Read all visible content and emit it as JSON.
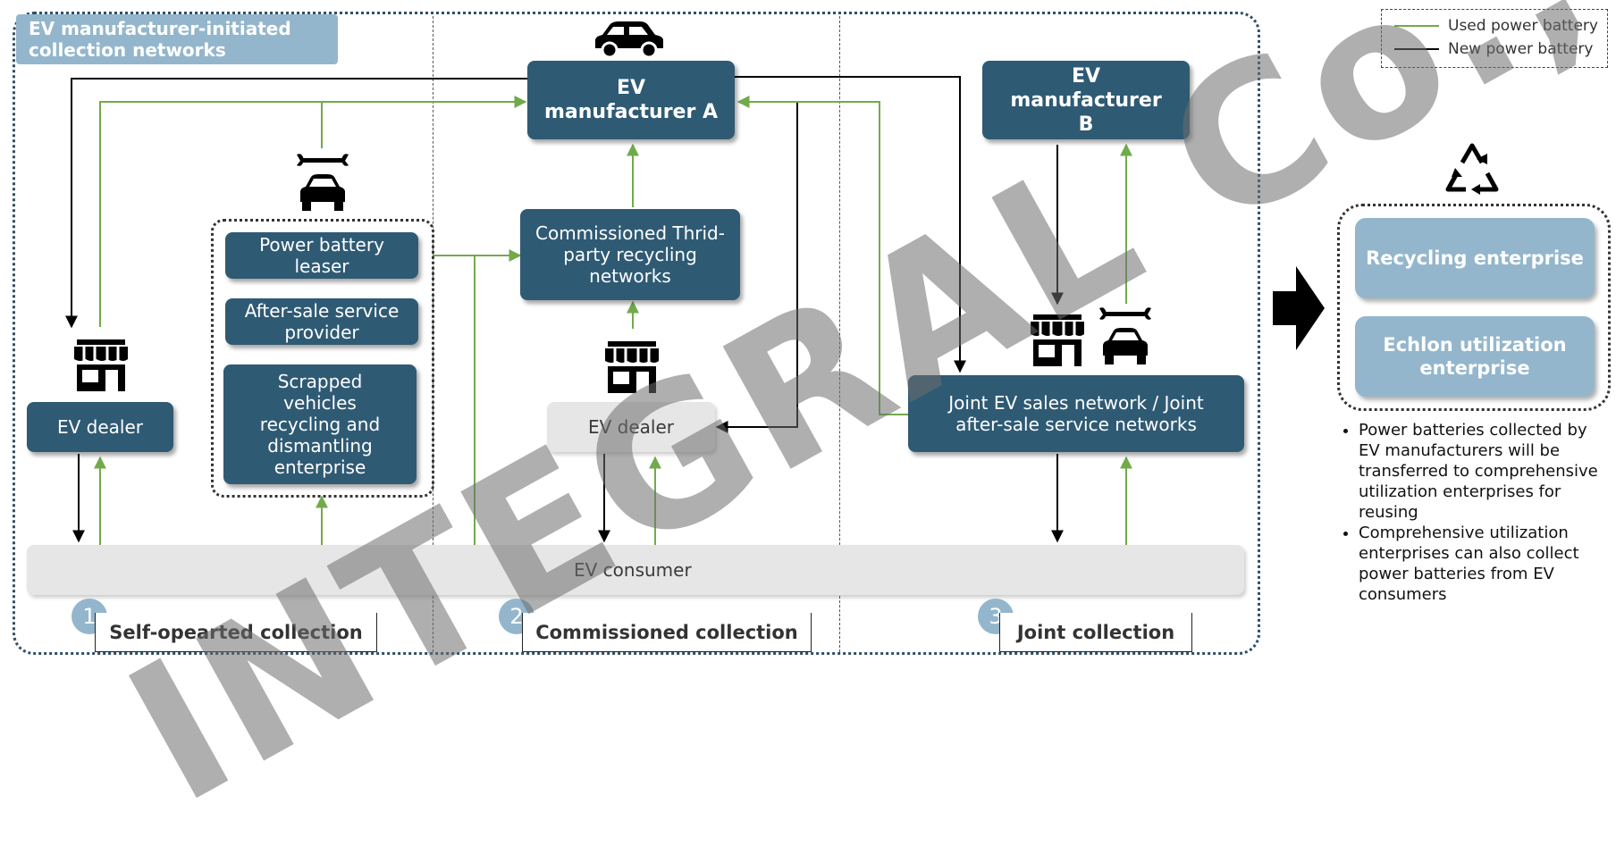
{
  "title": "EV manufacturer-initiated collection networks",
  "legend": {
    "used": "Used power battery",
    "new": "New power battery",
    "used_color": "#72aa4b",
    "new_color": "#000000"
  },
  "nodes": {
    "manufacturer_a": "EV manufacturer A",
    "manufacturer_b": "EV manufacturer B",
    "commissioned_third_party": "Commissioned Thrid-party recycling networks",
    "battery_leaser": "Power battery leaser",
    "after_sale_provider": "After-sale service provider",
    "scrapped_vehicles": "Scrapped vehicles recycling and dismantling enterprise",
    "ev_dealer_left": "EV dealer",
    "ev_dealer_middle": "EV dealer",
    "joint_network": "Joint EV sales network / Joint after-sale service networks",
    "ev_consumer": "EV consumer",
    "recycling_enterprise": "Recycling enterprise",
    "echelon_enterprise": "Echlon utilization enterprise"
  },
  "sections": [
    {
      "number": "1",
      "label": "Self-opearted collection"
    },
    {
      "number": "2",
      "label": "Commissioned collection"
    },
    {
      "number": "3",
      "label": "Joint collection"
    }
  ],
  "notes": [
    "Power batteries collected by EV manufacturers will be transferred to comprehensive utilization enterprises for reusing",
    "Comprehensive utilization enterprises can also collect power batteries from EV consumers"
  ],
  "watermark": "INTEGRAL Co., Ltd",
  "icons": [
    "car-icon",
    "repair-car-icon",
    "store-icon",
    "person-icon",
    "recycle-icon",
    "right-arrow-icon"
  ]
}
